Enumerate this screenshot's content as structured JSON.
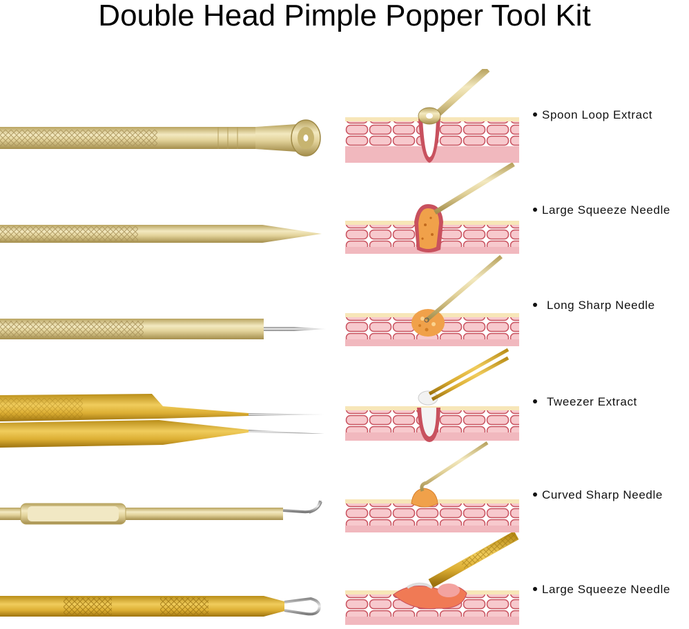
{
  "title": "Double Head Pimple Popper Tool Kit",
  "colors": {
    "gold_light": "#e9dca8",
    "gold_mid": "#cfbd7c",
    "gold_dark": "#a89350",
    "skin_pink": "#f1b8be",
    "skin_line": "#c8515e",
    "pimple_orange": "#f0a14a"
  },
  "tools": [
    {
      "label": "Spoon Loop Extract",
      "icon": "spoon-loop-icon"
    },
    {
      "label": "Large Squeeze Needle",
      "icon": "squeeze-needle-icon"
    },
    {
      "label": "Long Sharp Needle",
      "icon": "sharp-needle-icon"
    },
    {
      "label": "Tweezer Extract",
      "icon": "tweezer-icon"
    },
    {
      "label": "Curved Sharp Needle",
      "icon": "curved-needle-icon"
    },
    {
      "label": "Large Squeeze Needle",
      "icon": "wire-loop-icon"
    }
  ]
}
